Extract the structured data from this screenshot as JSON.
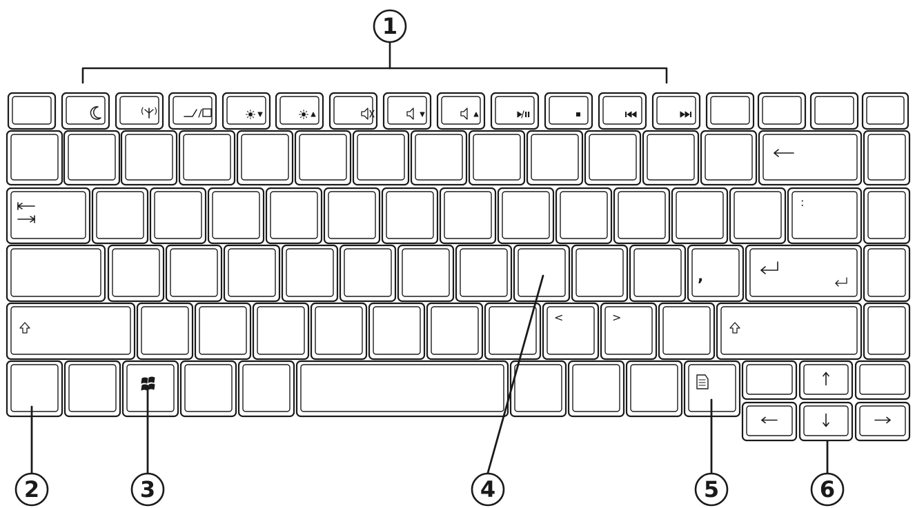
{
  "callouts": [
    {
      "id": "1",
      "label": "1"
    },
    {
      "id": "2",
      "label": "2"
    },
    {
      "id": "3",
      "label": "3"
    },
    {
      "id": "4",
      "label": "4"
    },
    {
      "id": "5",
      "label": "5"
    },
    {
      "id": "6",
      "label": "6"
    }
  ],
  "key_icons": {
    "sleep": "sleep-moon-icon",
    "wireless": "wireless-antenna-icon",
    "display_switch": "display-toggle-icon",
    "brightness_down": "brightness-down-icon",
    "brightness_up": "brightness-up-icon",
    "mute": "mute-icon",
    "volume_down": "volume-down-icon",
    "volume_up": "volume-up-icon",
    "play_pause": "play-pause-icon",
    "stop": "stop-icon",
    "previous": "previous-track-icon",
    "next": "next-track-icon",
    "backspace": "backspace-arrow-icon",
    "tab": "tab-arrows-icon",
    "enter": "enter-arrow-icon",
    "shift": "shift-arrow-icon",
    "windows": "windows-logo-icon",
    "menu": "application-menu-icon",
    "arrow_up": "arrow-up-icon",
    "arrow_down": "arrow-down-icon",
    "arrow_left": "arrow-left-icon",
    "arrow_right": "arrow-right-icon"
  },
  "legends": {
    "colon": ":",
    "comma_key": ",",
    "less_than": "<",
    "greater_than": ">"
  }
}
